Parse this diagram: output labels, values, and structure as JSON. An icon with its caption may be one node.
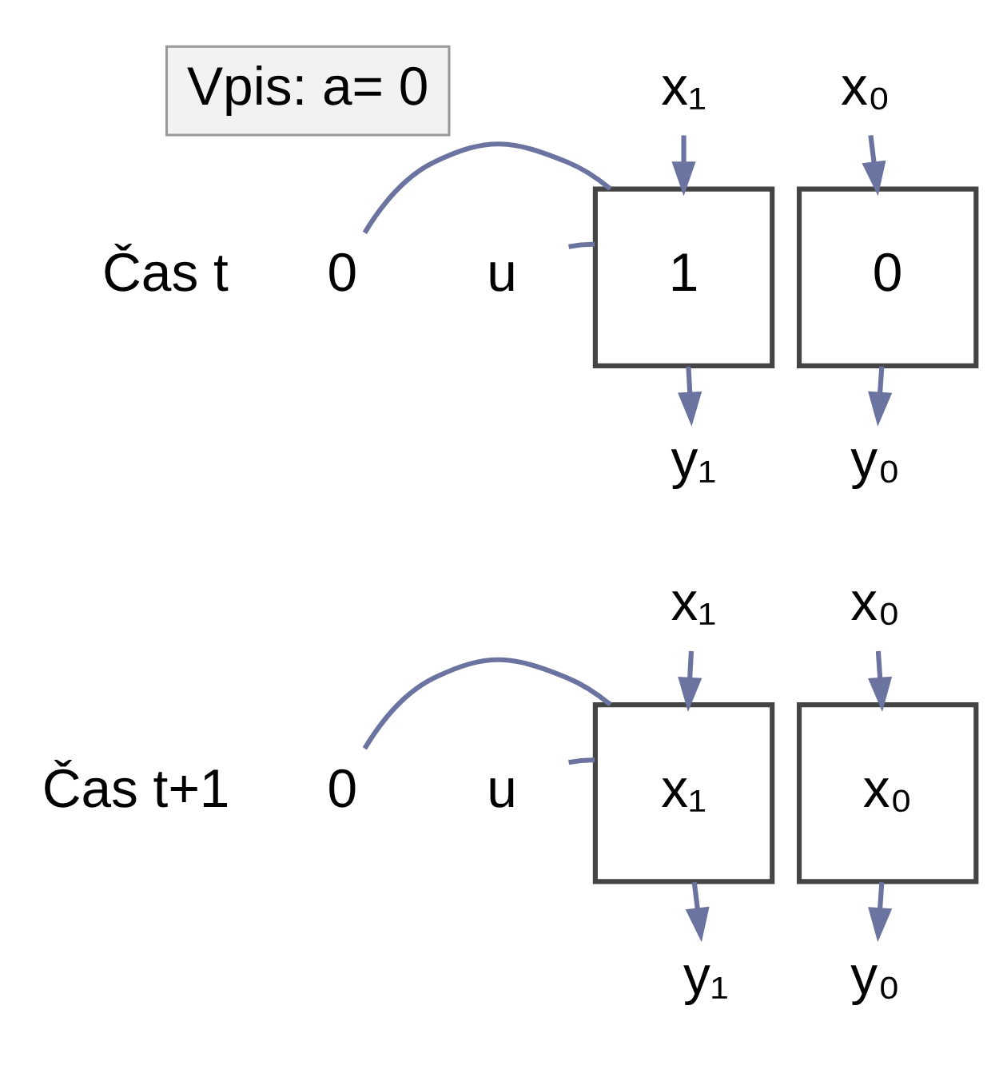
{
  "diagram": {
    "nodes": [
      {
        "text": [
          "Vpis: a= 0"
        ]
      },
      {
        "text": [
          "1"
        ]
      },
      {
        "text": [
          "0"
        ]
      },
      {
        "text": [
          "x₁"
        ]
      },
      {
        "text": [
          "x₀"
        ]
      },
      {
        "text": [
          "y₁"
        ]
      },
      {
        "text": [
          "y₀"
        ]
      },
      {
        "text": [
          "0"
        ]
      },
      {
        "text": [
          "u"
        ]
      },
      {
        "text": [
          "x₁"
        ]
      },
      {
        "text": [
          "x₀"
        ]
      },
      {
        "text": [
          "x₁"
        ]
      },
      {
        "text": [
          "x₀"
        ]
      },
      {
        "text": [
          "y₁"
        ]
      },
      {
        "text": [
          "y₀"
        ]
      },
      {
        "text": [
          "0"
        ]
      },
      {
        "text": [
          "u"
        ]
      }
    ],
    "edges": [
      {
        "from": 3,
        "to": 1,
        "arrow": "to"
      },
      {
        "from": 4,
        "to": 2,
        "arrow": "to"
      },
      {
        "from": 7,
        "to": 1,
        "arrow": "none"
      },
      {
        "from": 8,
        "to": 1,
        "arrow": "none"
      },
      {
        "from": 1,
        "to": 5,
        "arrow": "to"
      },
      {
        "from": 2,
        "to": 6,
        "arrow": "to"
      },
      {
        "from": 11,
        "to": 9,
        "arrow": "to"
      },
      {
        "from": 12,
        "to": 10,
        "arrow": "to"
      },
      {
        "from": 15,
        "to": 9,
        "arrow": "none"
      },
      {
        "from": 16,
        "to": 9,
        "arrow": "none"
      },
      {
        "from": 9,
        "to": 13,
        "arrow": "to"
      },
      {
        "from": 10,
        "to": 14,
        "arrow": "to"
      }
    ],
    "labels": [
      "Čas t",
      "Čas t+1"
    ]
  }
}
